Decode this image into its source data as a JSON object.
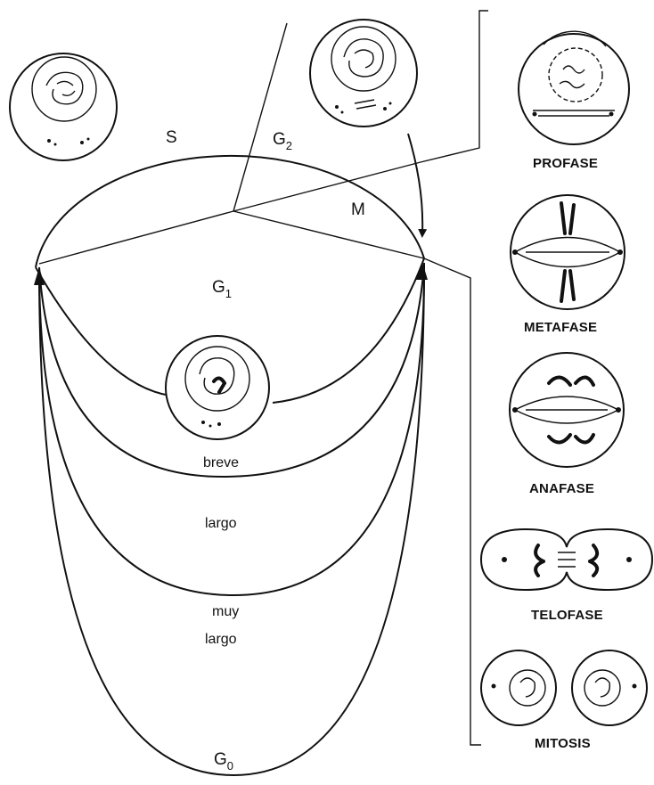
{
  "diagram": {
    "cycle_phases": {
      "s": "S",
      "g2": "G",
      "g2_sub": "2",
      "m": "M",
      "g1": "G",
      "g1_sub": "1"
    },
    "g0_branches": {
      "short": "breve",
      "long": "largo",
      "very_long_line1": "muy",
      "very_long_line2": "largo",
      "g0": "G",
      "g0_sub": "0"
    },
    "mitosis_stages": [
      "PROFASE",
      "METAFASE",
      "ANAFASE",
      "TELOFASE",
      "MITOSIS"
    ]
  }
}
